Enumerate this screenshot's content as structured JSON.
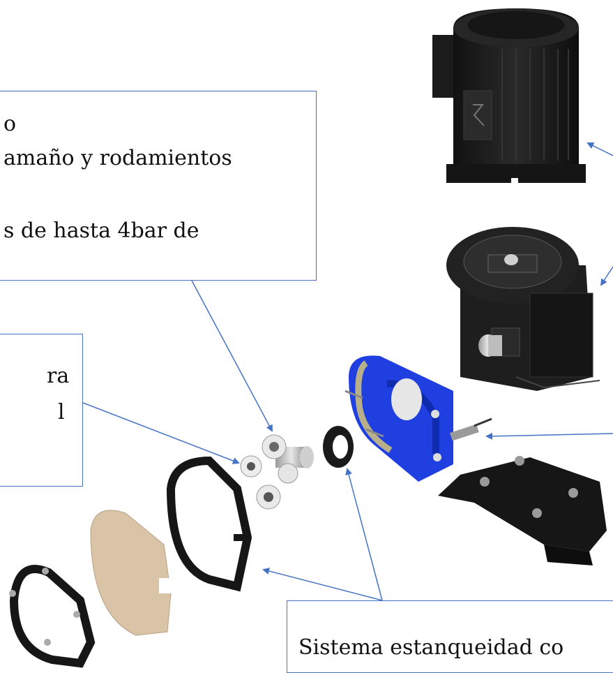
{
  "callouts": {
    "top": {
      "lines": [
        "o",
        "amaño y rodamientos",
        "s de hasta 4bar de"
      ]
    },
    "left": {
      "lines": [
        "ra",
        "l"
      ]
    },
    "bottom": {
      "line1": "Sistema estanqueidad co"
    }
  },
  "colors": {
    "accent_blue": "#4472c4",
    "housing_blue": "#1f3fe0",
    "part_black": "#1b1b1b",
    "cover_beige": "#d9c4a8"
  }
}
